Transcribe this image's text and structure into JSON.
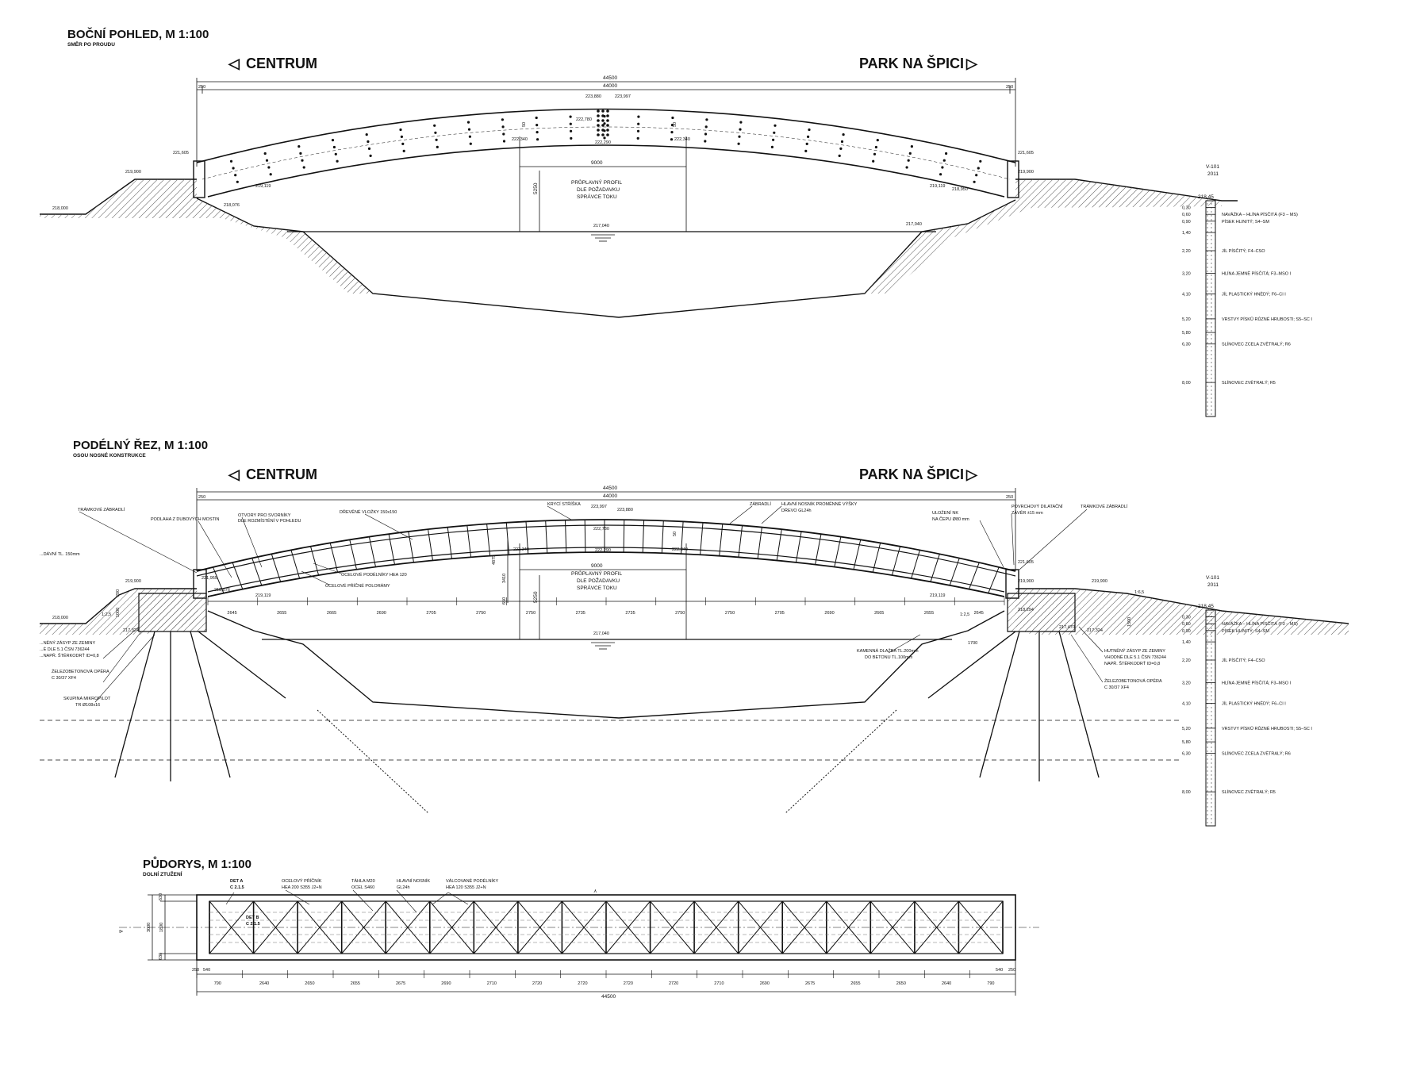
{
  "colors": {
    "ink": "#111111",
    "paper": "#ffffff",
    "hatch": "#555555"
  },
  "side_view": {
    "title": "BOČNÍ POHLED, M 1:100",
    "subtitle": "SMĚR PO PROUDU",
    "left_dir": "CENTRUM",
    "right_dir": "PARK NA ŠPICI",
    "dims": {
      "overall": "44500",
      "span": "44000",
      "end_left": "250",
      "end_right": "250",
      "clear_width": "9000",
      "clear_height": "5250",
      "fifty_a": "50",
      "fifty_b": "50"
    },
    "levels": {
      "top_a": "223,880",
      "top_b": "223,997",
      "crown": "222,780",
      "deck_l": "222,340",
      "deck_r": "222,340",
      "soffit": "222,290",
      "abut_l": "221,605",
      "abut_r": "221,605",
      "bank_l": "219,900",
      "bank_r": "219,900",
      "bear_l": "219,119",
      "bear_r": "219,119",
      "toe_l": "218,076",
      "toe_r": "218,950",
      "far_l": "218,000",
      "water": "217,040",
      "water_r": "217,040"
    },
    "profile_note": [
      "PRŮPLAVNÝ PROFIL",
      "DLE POŽADAVKU",
      "SPRÁVCE TOKU"
    ]
  },
  "borehole": {
    "name": "V-101",
    "year": "2011",
    "top_level": "218,45",
    "layers": [
      {
        "depth": "0,60",
        "text": "NAVÁŽKA – HLÍNA PÍSČITÁ (F3 – MS)"
      },
      {
        "depth": "0,30",
        "text": ""
      },
      {
        "depth": "0,90",
        "text": "PÍSEK HLINITÝ; S4–SM"
      },
      {
        "depth": "1,40",
        "text": ""
      },
      {
        "depth": "2,20",
        "text": "JÍL PÍSČITÝ; F4–CSO"
      },
      {
        "depth": "3,20",
        "text": "HLÍNA JEMNĚ PÍSČITÁ; F3–MSO I"
      },
      {
        "depth": "4,10",
        "text": "JÍL PLASTICKÝ HNĚDÝ; F6–CI I"
      },
      {
        "depth": "5,20",
        "text": "VRSTVY PÍSKŮ RŮZNÉ HRUBOSTI; S5–SC I"
      },
      {
        "depth": "5,80",
        "text": ""
      },
      {
        "depth": "6,30",
        "text": "SLÍNOVEC ZCELA ZVĚTRALÝ; R6"
      },
      {
        "depth": "8,00",
        "text": "SLÍNOVEC ZVĚTRALÝ; R5"
      }
    ]
  },
  "section": {
    "title": "PODÉLNÝ ŘEZ, M 1:100",
    "subtitle": "OSOU NOSNÉ KONSTRUKCE",
    "left_dir": "CENTRUM",
    "right_dir": "PARK NA ŠPICI",
    "dims": {
      "overall": "44500",
      "span": "44000",
      "end_left": "250",
      "end_right": "250",
      "clear_width": "9000",
      "clear_height": "5250",
      "h_4875": "4875",
      "h_3410": "3410",
      "h_650": "650",
      "h_1700": "1700",
      "h_1500": "1500",
      "h_200": "200",
      "h_1000": "1000",
      "fifty": "50",
      "slope_l": "1:2,5",
      "slope_r": "1:6,5",
      "slope_r2": "1:2,5"
    },
    "segments": [
      "2645",
      "2655",
      "2665",
      "2690",
      "2705",
      "2750",
      "2750",
      "2735",
      "2735",
      "2750",
      "2750",
      "2705",
      "2690",
      "2665",
      "2655",
      "2645"
    ],
    "levels": {
      "top_a": "223,997",
      "top_b": "223,880",
      "crown": "222,780",
      "deck_l": "222,340",
      "deck_r": "222,340",
      "soffit": "222,290",
      "abut_l": "221,955",
      "abut_r": "221,605",
      "bank_l": "219,900",
      "bank_r": "219,900",
      "bank_r2": "219,900",
      "bear_l": "219,119",
      "bear_r": "219,119",
      "found_l": "218,076",
      "found_r": "218,294",
      "far_l": "218,000",
      "pile_l": "217,324",
      "pile_r": "217,324",
      "pile_r2": "217,470",
      "water": "217,040"
    },
    "callouts": {
      "c1": "TRÁMKOVÉ ZÁBRADLÍ",
      "c2": "PODLAHA Z DUBOVÝCH MOSTIN",
      "c3": "OTVORY PRO SVORNÍKY",
      "c3b": "DLE ROZMÍSTĚNÍ V POHLEDU",
      "c4": "DŘEVĚNÉ VLOŽKY 150x150",
      "c5": "OCELOVÉ PODÉLNÍKY HEA 120",
      "c6": "OCELOVÉ PŘÍČNÉ POLORÁMY",
      "c7": "KRYCÍ STŘÍŠKA",
      "c8": "ZÁBRADLÍ",
      "c9": "HLAVNÍ NOSNÍK PROMĚNNÉ VÝŠKY",
      "c9b": "DŘEVO GL24h",
      "c10": "ULOŽENÍ NK",
      "c10b": "NA ČEPU Ø80 mm",
      "c11": "POVRCHOVÝ DILATAČNÍ",
      "c11b": "ZÁVĚR ±15 mm",
      "c12": "TRÁMKOVÉ ZÁBRADLÍ",
      "c13": "...DÁVNÍ TL. 150mm",
      "c14": "...NĚNÝ ZÁSYP ZE ZEMINY",
      "c14b": "...É DLE 5.1 ČSN 736244",
      "c14c": "...NAPŘ. ŠTĚRKODRŤ ID=0,8",
      "c15": "ŽELEZOBETONOVÁ OPĚRA",
      "c15b": "C 30/37 XF4",
      "c16": "SKUPINA MIKROPILOT",
      "c16b": "TR Ø108x16",
      "c17": "KAMENNÁ DLAŽBA TL.200mm",
      "c17b": "DO BETONU TL.100mm",
      "c18": "HUTNĚNÝ ZÁSYP ZE ZEMINY",
      "c18b": "VHODNÉ DLE 5.1 ČSN 736244",
      "c18c": "NAPŘ. ŠTĚRKODRŤ ID=0,8",
      "c19": "ŽELEZOBETONOVÁ OPĚRA",
      "c19b": "C 30/37 XF4"
    }
  },
  "plan": {
    "title": "PŮDORYS, M 1:100",
    "subtitle": "DOLNÍ ZTUŽENÍ",
    "detail_a": "DET A",
    "detail_a_ref": "C 2.1.5",
    "detail_b": "DET B",
    "detail_b_ref": "C 2.1.5",
    "labels": {
      "l1": "OCELOVÝ PŘÍČNÍK",
      "l1b": "HEA 200 S355 J2+N",
      "l2": "TÁHLA M20",
      "l2b": "OCEL S460",
      "l3": "HLAVNÍ NOSNÍK",
      "l3b": "GL24h",
      "l4": "VÁLCOVANÉ PODÉLNÍKY",
      "l4b": "HEA 120 S355 J2+N"
    },
    "width_dims": [
      "630",
      "3000",
      "1890",
      "630"
    ],
    "end_dims": [
      "250",
      "540",
      "540",
      "250"
    ],
    "segments": [
      "790",
      "2640",
      "2650",
      "2655",
      "2675",
      "2690",
      "2710",
      "2720",
      "2720",
      "2720",
      "2720",
      "2710",
      "2690",
      "2675",
      "2655",
      "2650",
      "2640",
      "790"
    ],
    "overall": "44500"
  }
}
